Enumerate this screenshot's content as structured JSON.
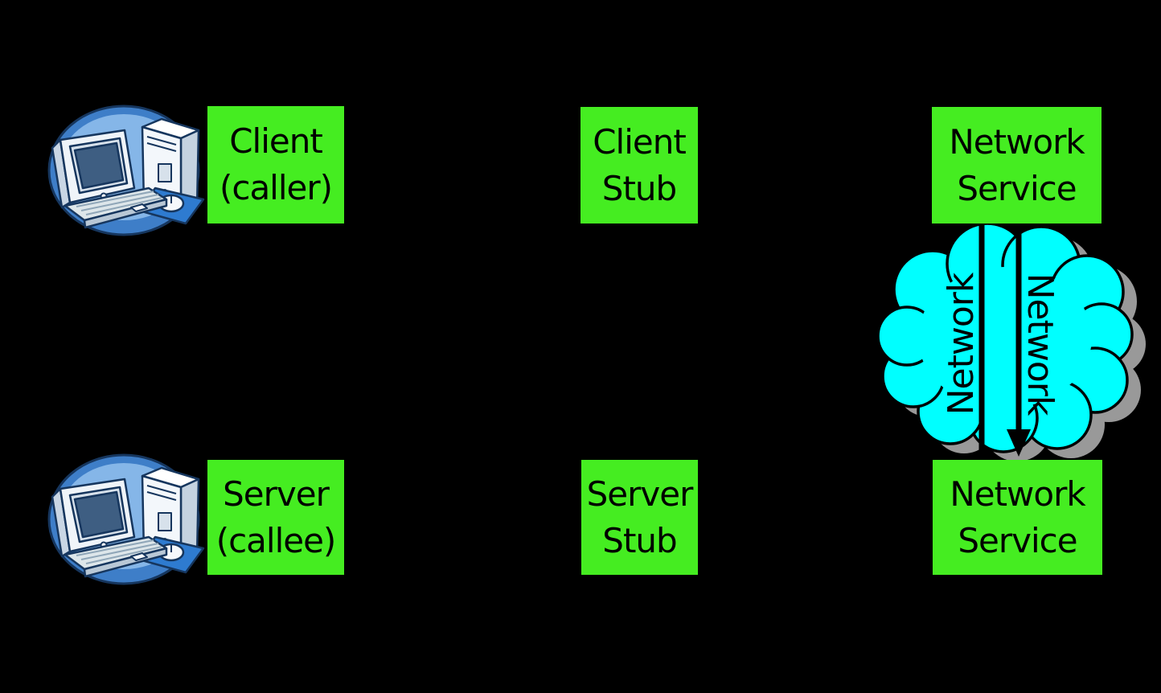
{
  "diagram": {
    "title_visible": false,
    "background": "#000000",
    "palette": {
      "box_green": "#45ED21",
      "cloud_cyan": "#00FFFF",
      "cloud_shadow": "#999999",
      "outline_black": "#000000",
      "clipart_blue_rim": "#3E7EC8",
      "clipart_blue_inner": "#85B6E8",
      "clipart_mousepad_blue": "#2E7BD0",
      "clipart_screen_blue": "#3E5E82"
    },
    "boxes": {
      "client": {
        "line1": "Client",
        "line2": "(caller)"
      },
      "client_stub": {
        "line1": "Client",
        "line2": "Stub"
      },
      "network_service_top": {
        "line1": "Network",
        "line2": "Service"
      },
      "server": {
        "line1": "Server",
        "line2": "(callee)"
      },
      "server_stub": {
        "line1": "Server",
        "line2": "Stub"
      },
      "network_service_bottom": {
        "line1": "Network",
        "line2": "Service"
      }
    },
    "cloud": {
      "left_label": "Network",
      "right_label": "Network",
      "right_line_arrow": "down"
    },
    "icons": {
      "client_machine": "desktop-computer-icon",
      "server_machine": "desktop-computer-icon",
      "cloud": "network-cloud"
    }
  }
}
